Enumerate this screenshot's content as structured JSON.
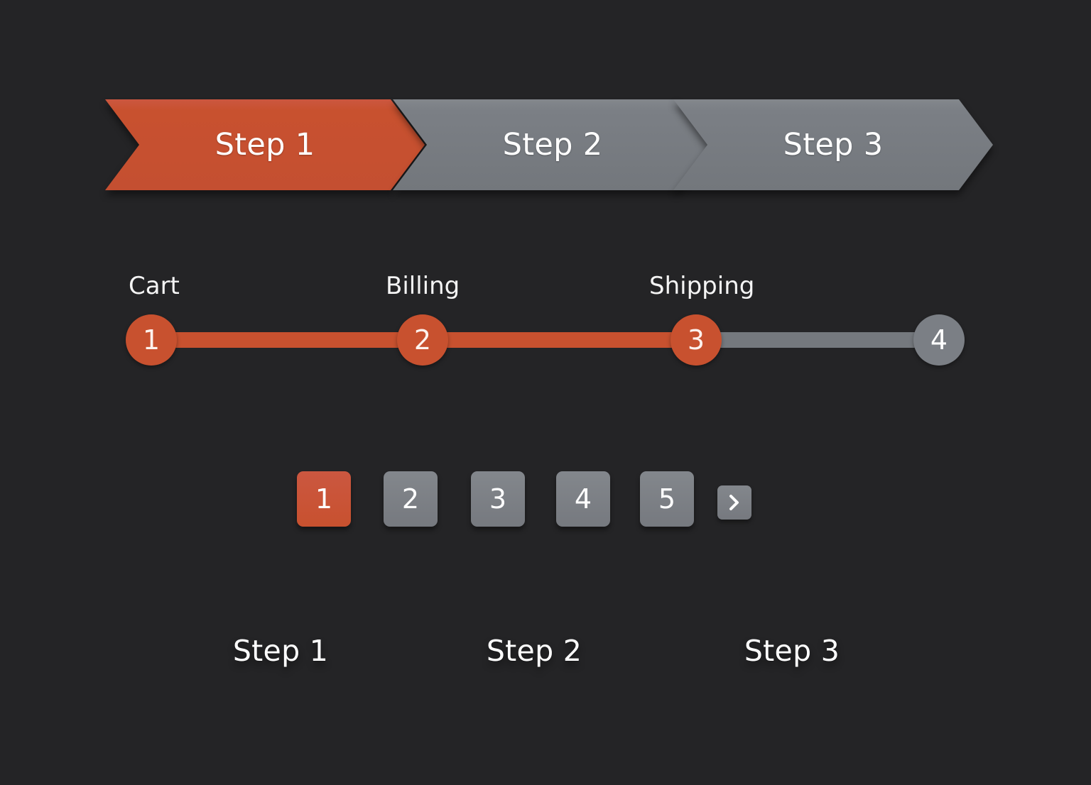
{
  "canvas": {
    "background": "#242426",
    "accent": "#c8512f",
    "muted": "#7b7f85",
    "text": "#ffffff"
  },
  "breadcrumb_chevrons": {
    "name": "chevron-breadcrumb-separated",
    "items": [
      {
        "label": "Step 1",
        "state": "active",
        "shape": "notch-point"
      },
      {
        "label": "Step 2",
        "state": "inactive",
        "shape": "notch-point"
      },
      {
        "label": "Step 3",
        "state": "inactive",
        "shape": "notch-point"
      }
    ]
  },
  "progress_tracker": {
    "name": "numbered-progress-tracker",
    "nodes": [
      {
        "number": "1",
        "label": "Cart",
        "state": "done"
      },
      {
        "number": "2",
        "label": "Billing",
        "state": "done"
      },
      {
        "number": "3",
        "label": "Shipping",
        "state": "done"
      },
      {
        "number": "4",
        "label": "",
        "state": "todo"
      }
    ],
    "segments": [
      {
        "state": "done"
      },
      {
        "state": "done"
      },
      {
        "state": "todo"
      }
    ]
  },
  "pagination": {
    "name": "pagination-control",
    "current_page": "1",
    "pages": [
      {
        "label": "1",
        "state": "current"
      },
      {
        "label": "2",
        "state": "plain"
      },
      {
        "label": "3",
        "state": "plain"
      },
      {
        "label": "4",
        "state": "plain"
      },
      {
        "label": "5",
        "state": "plain"
      }
    ],
    "next": {
      "icon": "chevron-right-icon",
      "label": ">"
    }
  },
  "breadcrumb_bar": {
    "name": "chevron-breadcrumb-contiguous",
    "items": [
      {
        "label": "Step 1",
        "state": "active",
        "shape": "flat-point"
      },
      {
        "label": "Step 2",
        "state": "inactive",
        "shape": "notch-point"
      },
      {
        "label": "Step 3",
        "state": "inactive",
        "shape": "notch-flat"
      }
    ]
  }
}
